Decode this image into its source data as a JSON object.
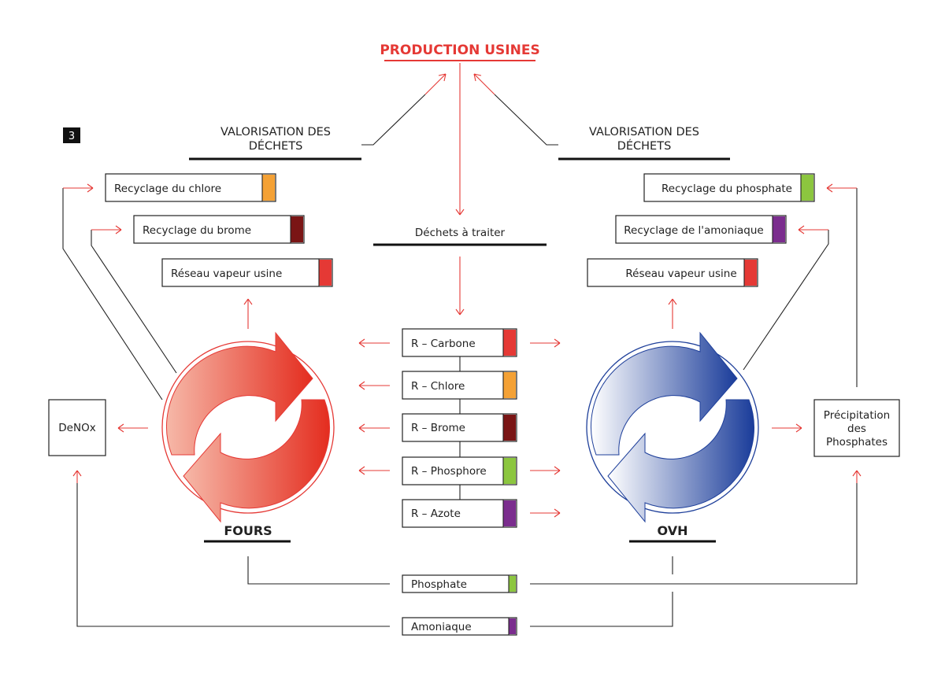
{
  "title": "PRODUCTION USINES",
  "step_number": "3",
  "colors": {
    "red": "#e53935",
    "orange": "#f4a135",
    "maroon": "#7a1515",
    "green": "#8cc63f",
    "purple": "#7b2d8e",
    "blue": "#1e3f9a"
  },
  "left_header": {
    "line1": "VALORISATION DES",
    "line2": "DÉCHETS"
  },
  "right_header": {
    "line1": "VALORISATION DES",
    "line2": "DÉCHETS"
  },
  "center_label": "Déchets à traiter",
  "left_outputs": [
    "Recyclage du chlore",
    "Recyclage du brome",
    "Réseau vapeur usine"
  ],
  "right_outputs": [
    "Recyclage du phosphate",
    "Recyclage de l'amoniaque",
    "Réseau vapeur usine"
  ],
  "residues": [
    "R – Carbone",
    "R – Chlore",
    "R – Brome",
    "R – Phosphore",
    "R – Azote"
  ],
  "left_unit": "FOURS",
  "right_unit": "OVH",
  "denox": "DeNOx",
  "precipitation": {
    "line1": "Précipitation",
    "line2": "des",
    "line3": "Phosphates"
  },
  "phosphate": "Phosphate",
  "amoniaque": "Amoniaque"
}
